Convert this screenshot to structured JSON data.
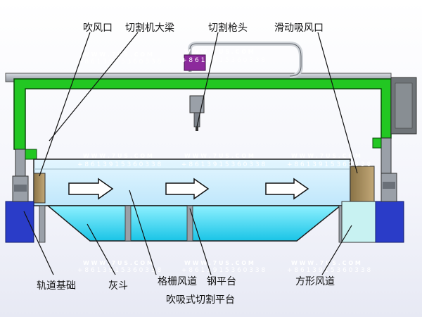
{
  "labels": {
    "blow_port": "吹风口",
    "cutter_beam": "切割机大梁",
    "cutting_torch": "切割枪头",
    "sliding_suction_port": "滑动吸风口",
    "rail_foundation": "轨道基础",
    "ash_hopper": "灰斗",
    "grille_duct": "格栅风道",
    "steel_platform": "钢平台",
    "square_duct": "方形风道",
    "title": "吹吸式切割平台"
  },
  "watermark": {
    "site": "W W W . 7 U S . C O M",
    "phone": "+ 8 6 1 3 9 1 5 3 6 0 3 3 8"
  },
  "colors": {
    "beam_green": "#22c722",
    "beam_outline": "#0a4a0a",
    "rail_gray": "#9aa0a8",
    "foundation_blue": "#2a3cc8",
    "duct_light_blue": "#cfeefe",
    "hopper_cyan": "#3fd8f2",
    "box_tan": "#a48a5a",
    "torch_purple": "#8c2a9c"
  }
}
